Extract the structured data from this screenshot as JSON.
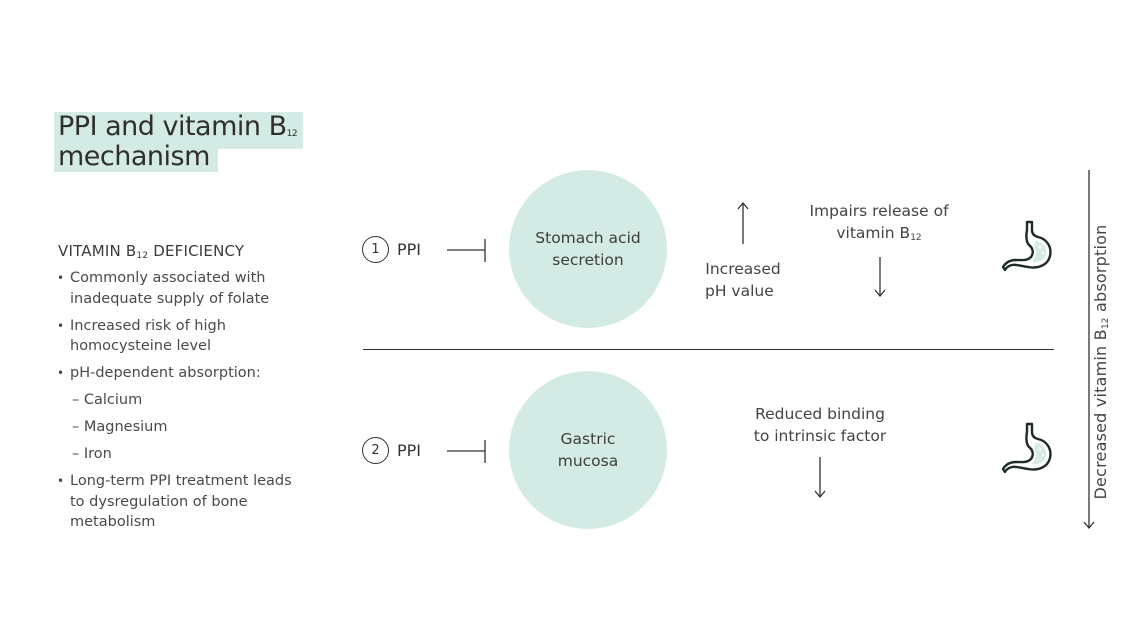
{
  "title": {
    "line1": "PPI and vitamin B",
    "line1_sub": "12",
    "line2": "mechanism"
  },
  "deficiency": {
    "heading": "VITAMIN B",
    "heading_sub": "12",
    "heading_suffix": " DEFICIENCY",
    "items": [
      "Commonly associated with inadequate supply of folate",
      "Increased risk of high homocysteine level",
      "pH-dependent absorption:"
    ],
    "subitems": [
      "– Calcium",
      "– Magnesium",
      "– Iron"
    ],
    "last_item": "Long-term PPI treatment leads to dysregulation of bone metabolism"
  },
  "mechanism_1": {
    "number": "1",
    "ppi": "PPI",
    "circle_line1": "Stomach acid",
    "circle_line2": "secretion",
    "effect_line1": "Increased",
    "effect_line2": "pH value",
    "result_line1": "Impairs release of",
    "result_line2": "vitamin B",
    "result_sub": "12"
  },
  "mechanism_2": {
    "number": "2",
    "ppi": "PPI",
    "circle_line1": "Gastric",
    "circle_line2": "mucosa",
    "result_line1": "Reduced binding",
    "result_line2": "to intrinsic factor"
  },
  "outcome": {
    "prefix": "Decreased vitamin B",
    "sub": "12",
    "suffix": " absorption"
  },
  "icons": {
    "stomach_top": "stomach-icon",
    "stomach_bottom": "stomach-icon"
  },
  "colors": {
    "accent": "#d3ebe4",
    "line": "#333333",
    "text": "#3d3d3d"
  }
}
